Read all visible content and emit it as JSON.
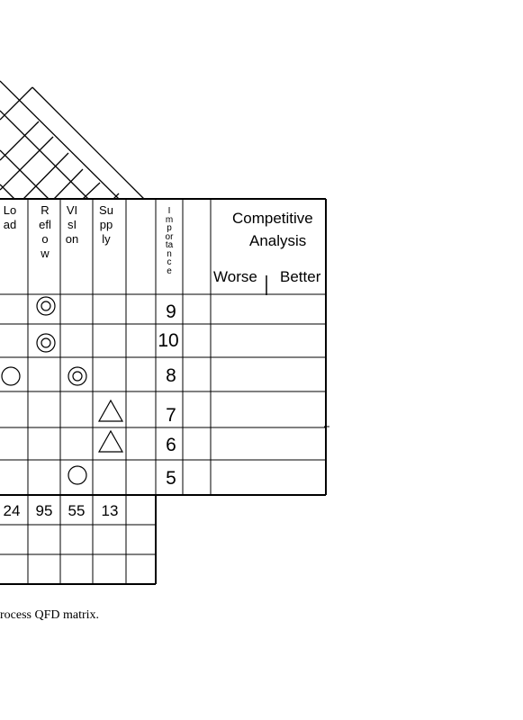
{
  "columns": [
    {
      "id": "load",
      "label": "Load"
    },
    {
      "id": "reflow",
      "label": "Reflow"
    },
    {
      "id": "vision",
      "label": "VIsIon"
    },
    {
      "id": "supply",
      "label": "Supply"
    },
    {
      "id": "blank",
      "label": ""
    }
  ],
  "importance_header": "Importance",
  "competitive": {
    "title_line1": "Competitive",
    "title_line2": "Analysis",
    "worse": "Worse",
    "better": "Better"
  },
  "rows": [
    {
      "importance": "9",
      "symbols": [
        "",
        "strong",
        "",
        "",
        ""
      ]
    },
    {
      "importance": "10",
      "symbols": [
        "",
        "strong",
        "",
        "",
        ""
      ]
    },
    {
      "importance": "8",
      "symbols": [
        "medium",
        "",
        "strong",
        "",
        ""
      ]
    },
    {
      "importance": "7",
      "symbols": [
        "",
        "",
        "",
        "weak",
        ""
      ]
    },
    {
      "importance": "6",
      "symbols": [
        "",
        "",
        "",
        "weak",
        ""
      ]
    },
    {
      "importance": "5",
      "symbols": [
        "",
        "",
        "medium",
        "",
        ""
      ]
    }
  ],
  "totals": [
    "24",
    "95",
    "55",
    "13",
    ""
  ],
  "caption": "rocess QFD matrix."
}
